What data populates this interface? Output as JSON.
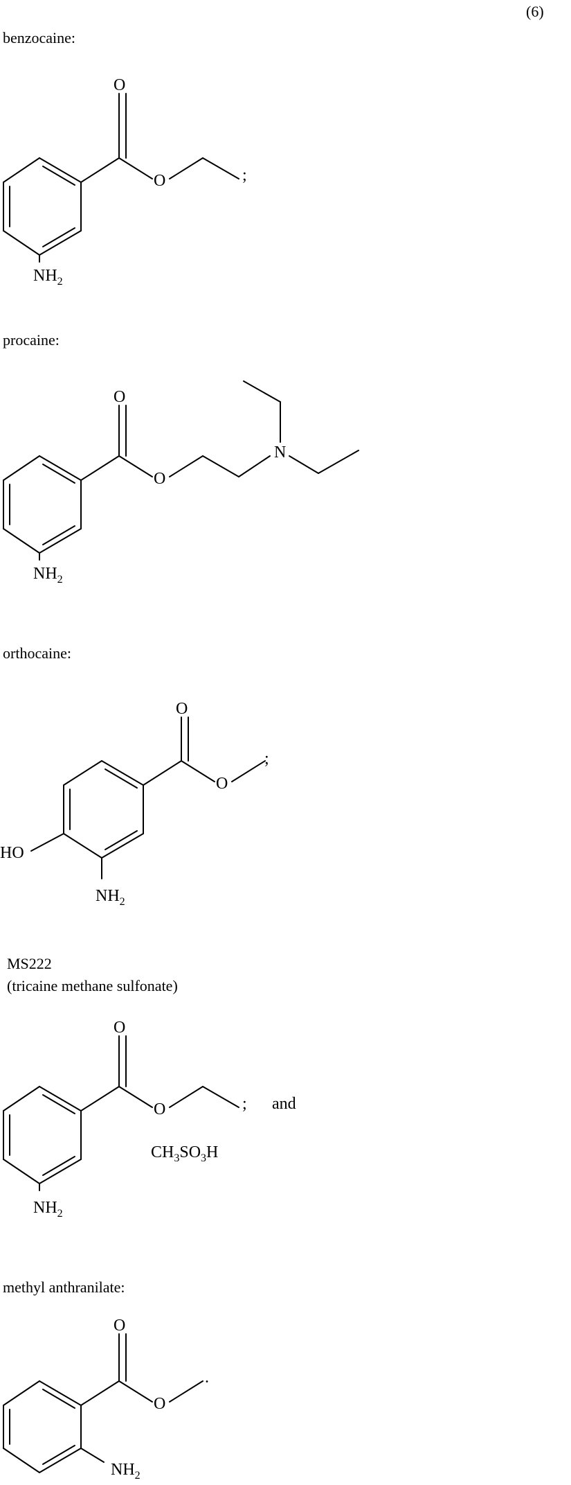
{
  "equation_number": "(6)",
  "compounds": [
    {
      "name": "benzocaine:",
      "labels": {
        "carbonyl_o": "O",
        "ester_o": "O",
        "amine": "NH",
        "amine_sub": "2",
        "terminator": ";"
      }
    },
    {
      "name": "procaine:",
      "labels": {
        "carbonyl_o": "O",
        "ester_o": "O",
        "nitrogen": "N",
        "amine": "NH",
        "amine_sub": "2"
      }
    },
    {
      "name": "orthocaine:",
      "labels": {
        "carbonyl_o": "O",
        "ester_o": "O",
        "hydroxyl": "HO",
        "amine": "NH",
        "amine_sub": "2",
        "terminator": ";"
      }
    },
    {
      "name": "MS222",
      "subtitle": "(tricaine methane sulfonate)",
      "labels": {
        "carbonyl_o": "O",
        "ester_o": "O",
        "amine": "NH",
        "amine_sub": "2",
        "terminator": ";",
        "conjunction": "and",
        "salt_ch": "CH",
        "salt_sub1": "3",
        "salt_so": "SO",
        "salt_sub2": "3",
        "salt_h": "H"
      }
    },
    {
      "name": "methyl anthranilate:",
      "labels": {
        "carbonyl_o": "O",
        "ester_o": "O",
        "amine": "NH",
        "amine_sub": "2",
        "terminator": "."
      }
    }
  ]
}
